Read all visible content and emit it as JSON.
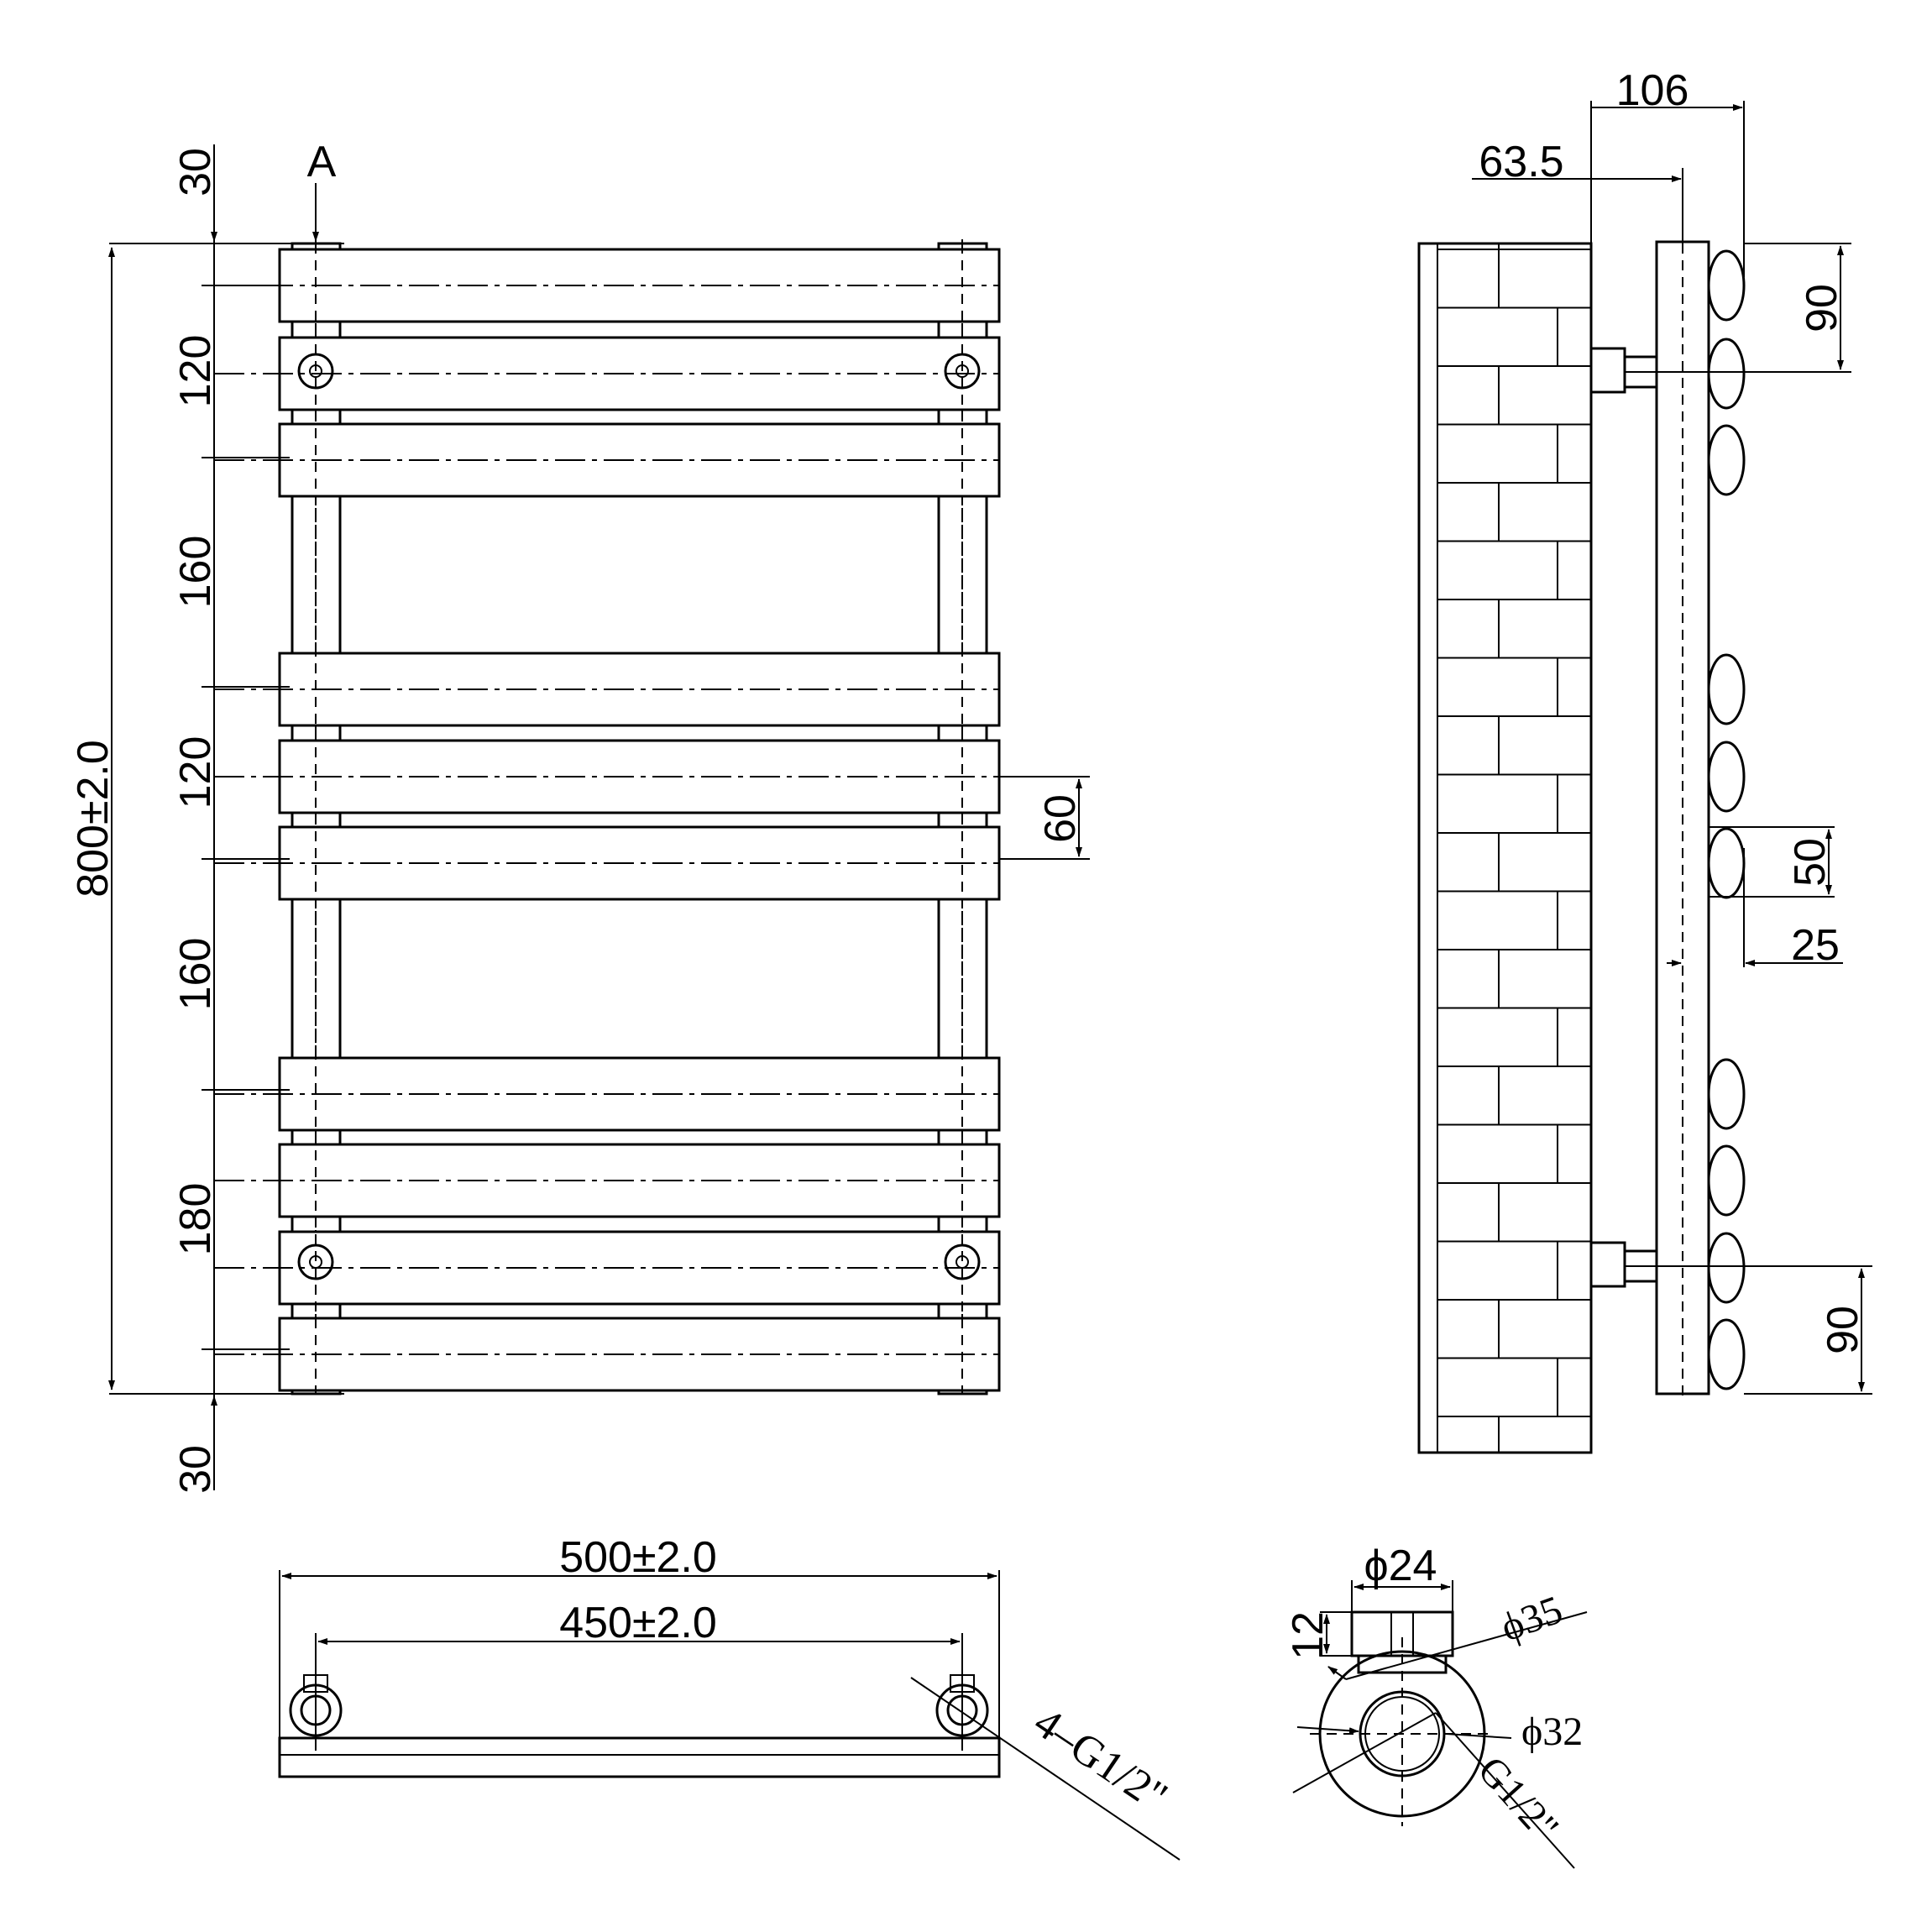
{
  "front_view": {
    "view_label": "A",
    "dim_top_30": "30",
    "dim_120_top": "120",
    "dim_160_upper": "160",
    "dim_120_mid": "120",
    "dim_160_lower": "160",
    "dim_180": "180",
    "dim_bottom_30": "30",
    "dim_height": "800±2.0",
    "dim_60": "60"
  },
  "side_view": {
    "dim_106": "106",
    "dim_63_5": "63.5",
    "dim_90_top": "90",
    "dim_50": "50",
    "dim_25": "25",
    "dim_90_bottom": "90"
  },
  "bottom_view": {
    "dim_width": "500±2.0",
    "dim_centers": "450±2.0",
    "connection_label": "4–G1/2\""
  },
  "detail_view": {
    "dim_d24": "ϕ24",
    "dim_12": "12",
    "dim_d35": "ϕ35",
    "dim_d32": "ϕ32",
    "thread_label": "G1/2\""
  }
}
